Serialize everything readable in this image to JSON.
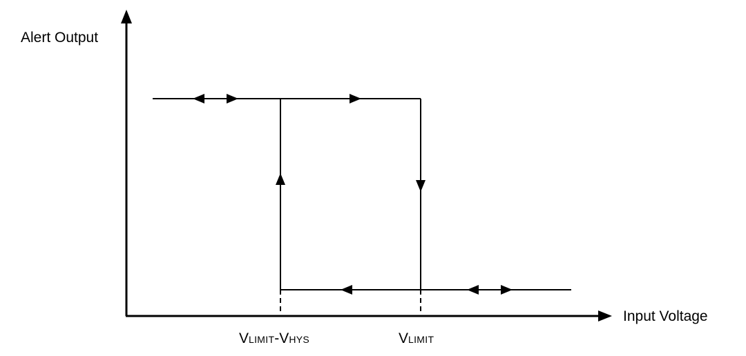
{
  "y_axis_label": "Alert Output",
  "x_axis_label": "Input Voltage",
  "tick_labels": [
    {
      "main1": "V",
      "sub1": "LIMIT",
      "sep": "-",
      "main2": "V",
      "sub2": "HYS"
    },
    {
      "main1": "V",
      "sub1": "LIMIT"
    }
  ]
}
